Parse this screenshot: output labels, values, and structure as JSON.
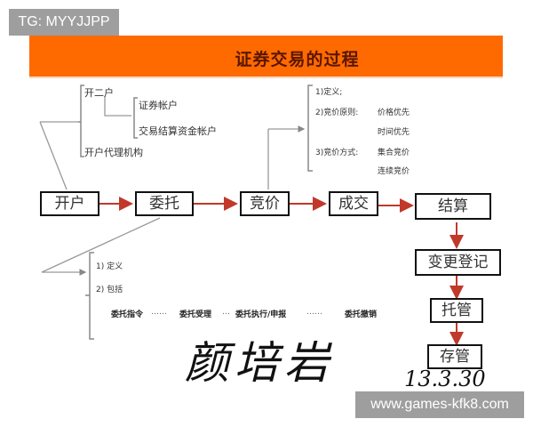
{
  "watermarks": {
    "top_left": "TG: MYYJJPP",
    "bottom_right": "www.games-kfk8.com"
  },
  "banner": {
    "title": "证券交易的过程",
    "color": "#ff6a00"
  },
  "flow": {
    "steps": [
      "开户",
      "委托",
      "竞价",
      "成交",
      "结算",
      "变更登记",
      "托管",
      "存管"
    ],
    "arrow_color": "#c0392b"
  },
  "account_branch": {
    "open_two": "开二户",
    "securities_account": "证券帐户",
    "settlement_account": "交易结算资金帐户",
    "agency": "开户代理机构"
  },
  "bidding_branch": {
    "definition": "1)定义;",
    "principle_label": "2)竞价原则:",
    "principle_1": "价格优先",
    "principle_2": "时间优先",
    "method_label": "3)竞价方式:",
    "method_1": "集合竞价",
    "method_2": "连续竞价"
  },
  "order_branch": {
    "definition": "1) 定义",
    "process": "2) 包括",
    "chain": [
      "委托指令",
      "委托受理",
      "委托执行/申报",
      "委托撤销"
    ],
    "separators": [
      "……",
      "…",
      "……"
    ]
  },
  "signature": {
    "name": "颜培岩",
    "date": "13.3.30"
  },
  "chart_data": {
    "type": "table",
    "title": "证券交易的过程",
    "nodes": [
      "开户",
      "委托",
      "竞价",
      "成交",
      "结算",
      "变更登记",
      "托管",
      "存管"
    ],
    "edges": [
      [
        "开户",
        "委托"
      ],
      [
        "委托",
        "竞价"
      ],
      [
        "竞价",
        "成交"
      ],
      [
        "成交",
        "结算"
      ],
      [
        "结算",
        "变更登记"
      ],
      [
        "变更登记",
        "托管"
      ],
      [
        "托管",
        "存管"
      ]
    ]
  }
}
